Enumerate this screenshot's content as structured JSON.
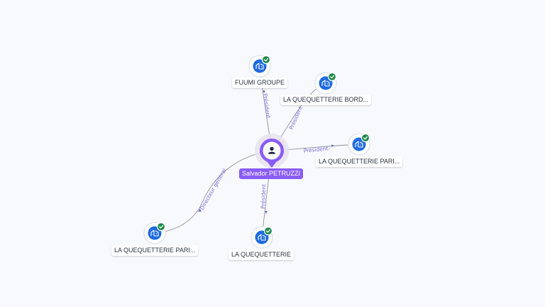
{
  "person": {
    "name": "Salvador PETRUZZI",
    "icon": "person-icon",
    "color": "#8a5cf6"
  },
  "companies": [
    {
      "id": "c1",
      "label": "FUUMI GROUPE",
      "icon": "building-icon",
      "verified": true
    },
    {
      "id": "c2",
      "label": "LA QUEQUETTERIE BORD...",
      "icon": "building-icon",
      "verified": true
    },
    {
      "id": "c3",
      "label": "LA QUEQUETTERIE PARI...",
      "icon": "building-icon",
      "verified": true
    },
    {
      "id": "c4",
      "label": "LA QUEQUETTERIE",
      "icon": "building-icon",
      "verified": true
    },
    {
      "id": "c5",
      "label": "LA QUEQUETTERIE PARI...",
      "icon": "building-icon",
      "verified": true
    }
  ],
  "relations": [
    {
      "to": "c1",
      "role": "Président"
    },
    {
      "to": "c2",
      "role": "Président"
    },
    {
      "to": "c3",
      "role": "Président-"
    },
    {
      "to": "c4",
      "role": "Président"
    },
    {
      "to": "c5",
      "role": "Directeur général"
    }
  ],
  "colors": {
    "company_node": "#1f6be0",
    "verified_badge": "#1e8a4a",
    "edge": "#8e8ea0",
    "edge_label": "#7b6fd6",
    "background": "#f8f9fd"
  }
}
